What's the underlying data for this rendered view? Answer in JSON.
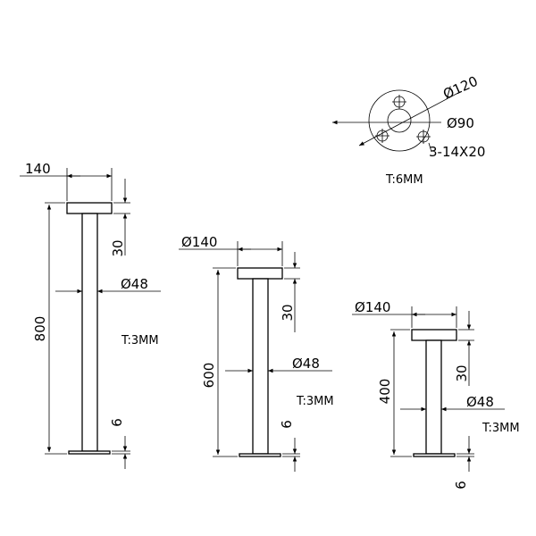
{
  "flange_detail": {
    "outer_diameter": "Ø120",
    "bolt_circle": "Ø90",
    "holes": "3-14X20",
    "thickness": "T:6MM"
  },
  "post_800": {
    "plate_width": "140",
    "height": "800",
    "plate_height": "30",
    "tube_diameter": "Ø48",
    "thickness": "T:3MM",
    "base_height": "6"
  },
  "post_600": {
    "plate_width": "Ø140",
    "height": "600",
    "plate_height": "30",
    "tube_diameter": "Ø48",
    "thickness": "T:3MM",
    "base_height": "6"
  },
  "post_400": {
    "plate_width": "Ø140",
    "height": "400",
    "plate_height": "30",
    "tube_diameter": "Ø48",
    "thickness": "T:3MM",
    "base_height": "6"
  }
}
